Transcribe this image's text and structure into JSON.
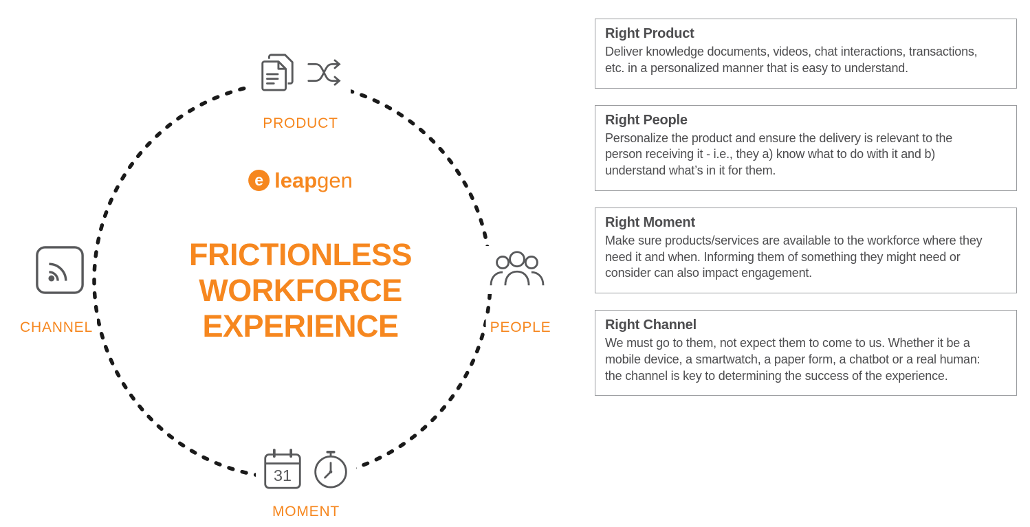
{
  "diagram": {
    "logo_mark": "e",
    "logo_bold": "leap",
    "logo_light": "gen",
    "title_line1": "FRICTIONLESS",
    "title_line2": "WORKFORCE",
    "title_line3": "EXPERIENCE",
    "labels": {
      "product": "PRODUCT",
      "people": "PEOPLE",
      "moment": "MOMENT",
      "channel": "CHANNEL"
    },
    "calendar_day": "31",
    "icons": [
      "documents-icon",
      "shuffle-icon",
      "people-icon",
      "calendar-icon",
      "clock-icon",
      "rss-channel-icon"
    ],
    "colors": {
      "accent": "#F6871F",
      "icon_gray": "#58595B",
      "circle_dash": "#1A1A1A",
      "text_gray": "#4D4D4F",
      "box_border": "#9B9DA0"
    }
  },
  "panels": [
    {
      "heading": "Right Product",
      "body": "Deliver knowledge documents, videos, chat interactions, transactions, etc. in a personalized manner that is easy to understand."
    },
    {
      "heading": "Right People",
      "body": "Personalize the product and ensure the delivery is relevant to the person receiving it - i.e., they a) know what to do with it and b) understand what’s in it for them."
    },
    {
      "heading": "Right Moment",
      "body": "Make sure products/services are available to the workforce where they need it and when. Informing them of something they might need or consider can also impact engagement."
    },
    {
      "heading": "Right Channel",
      "body": "We must go to them, not expect them to come to us. Whether it be a mobile device, a smartwatch, a paper form, a chatbot or a real human: the channel is key to determining the success of the experience."
    }
  ]
}
